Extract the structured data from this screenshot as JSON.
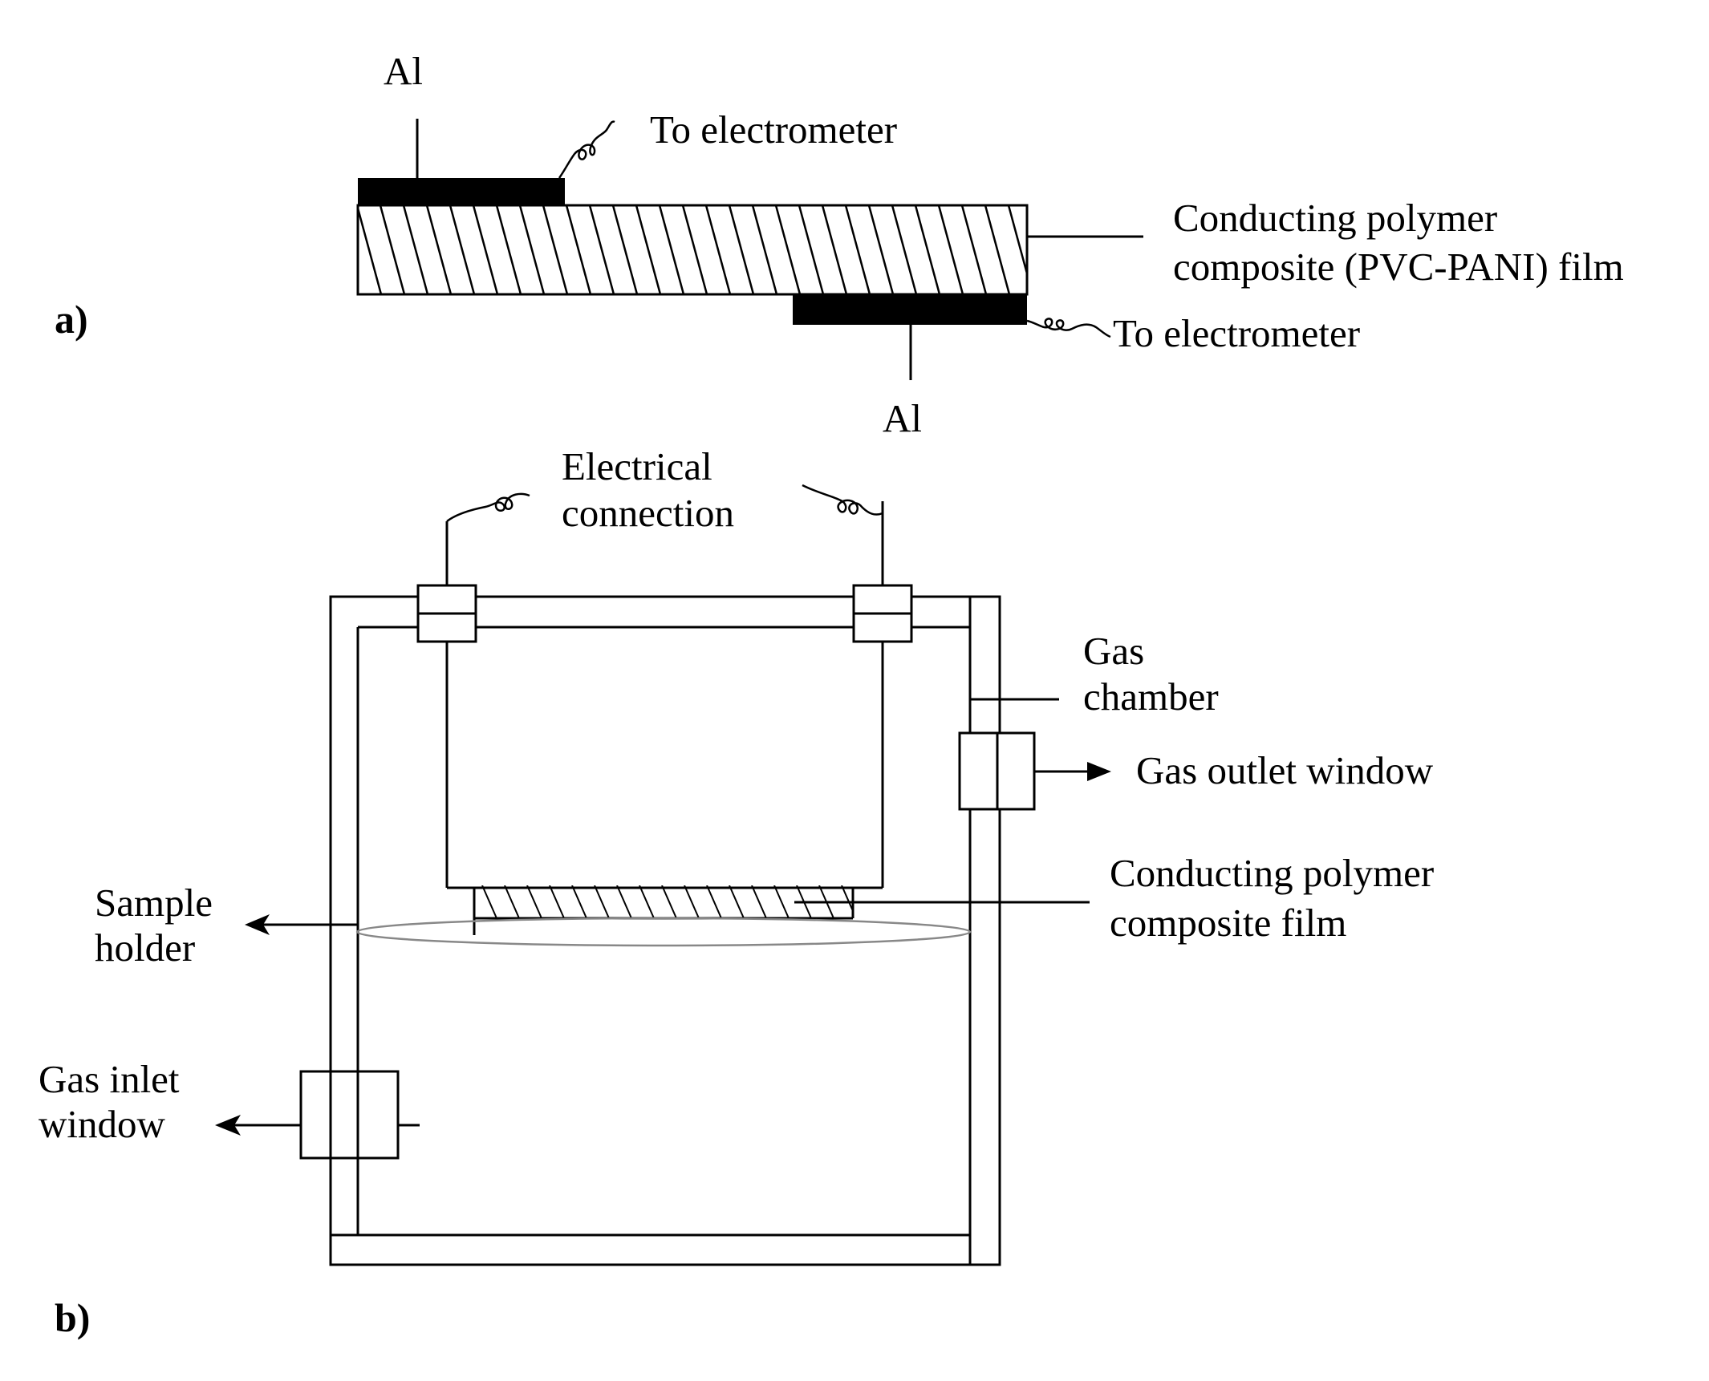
{
  "panel_a": {
    "letter": "a)",
    "electrode_top": "Al",
    "electrode_bottom": "Al",
    "lead_top": "To electrometer",
    "lead_bottom": "To electrometer",
    "film_line1": "Conducting polymer",
    "film_line2": "composite (PVC-PANI) film"
  },
  "panel_b": {
    "letter": "b)",
    "electrical_line1": "Electrical",
    "electrical_line2": "connection",
    "chamber_line1": "Gas",
    "chamber_line2": "chamber",
    "outlet": "Gas outlet window",
    "film_line1": "Conducting polymer",
    "film_line2": "composite film",
    "holder_line1": "Sample",
    "holder_line2": "holder",
    "inlet_line1": "Gas inlet",
    "inlet_line2": "window"
  }
}
